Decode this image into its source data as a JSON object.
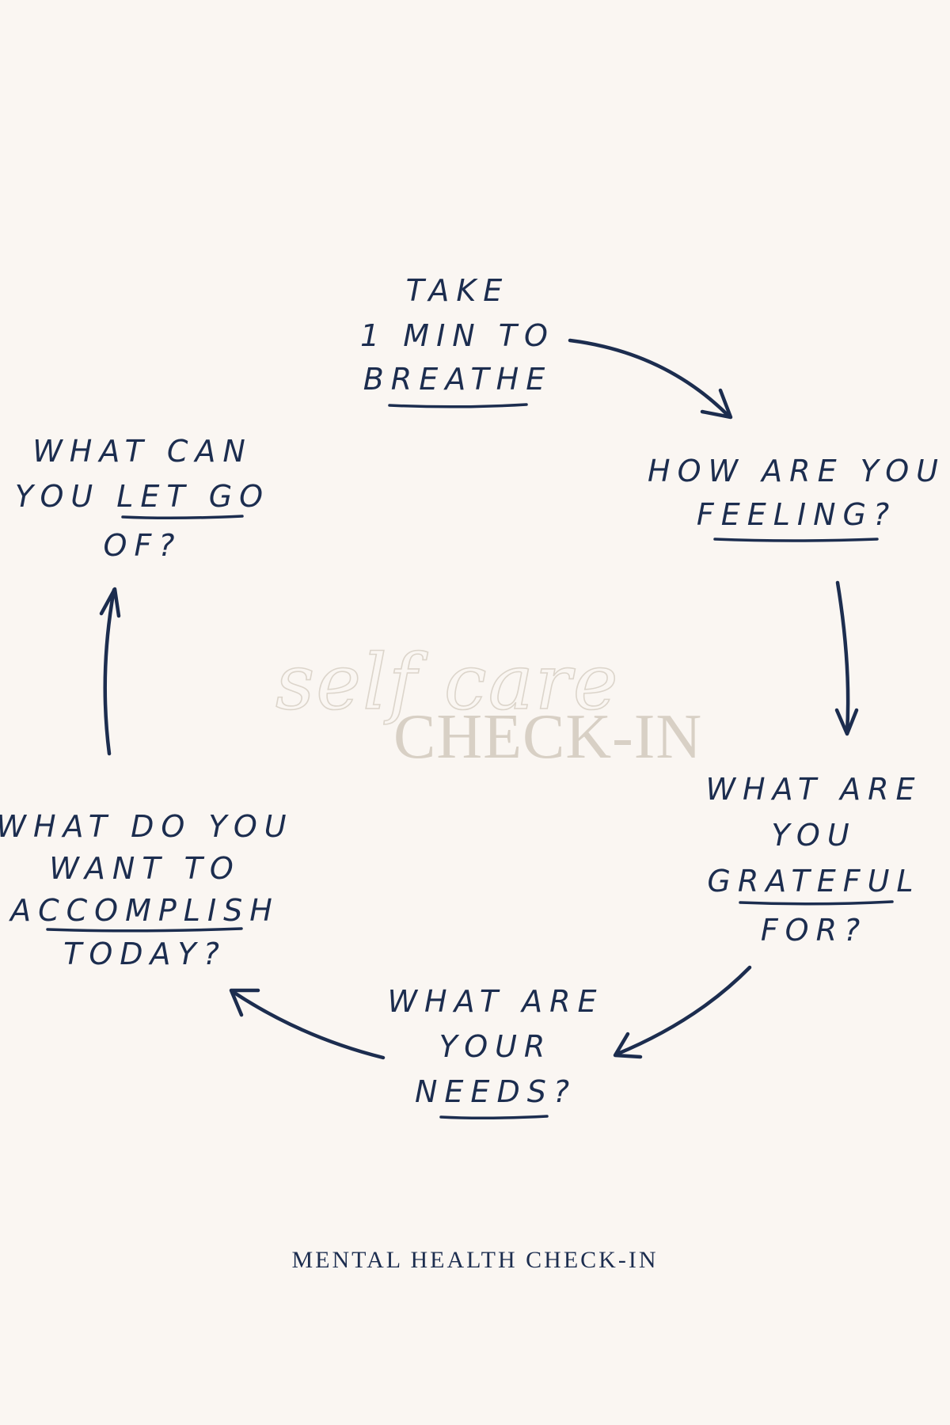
{
  "center": {
    "script_text": "self care",
    "title": "CHECK-IN"
  },
  "steps": [
    {
      "lines": [
        "TAKE",
        "1 MIN TO",
        "BREATHE"
      ]
    },
    {
      "lines": [
        "HOW ARE YOU",
        "FEELING?"
      ]
    },
    {
      "lines": [
        "WHAT ARE",
        "YOU",
        "GRATEFUL",
        "FOR?"
      ]
    },
    {
      "lines": [
        "WHAT ARE",
        "YOUR",
        "NEEDS?"
      ]
    },
    {
      "lines": [
        "WHAT DO YOU",
        "WANT TO",
        "ACCOMPLISH",
        "TODAY?"
      ]
    },
    {
      "lines": [
        "WHAT CAN",
        "YOU LET GO",
        "OF?"
      ]
    }
  ],
  "footer": {
    "text": "MENTAL HEALTH CHECK-IN"
  },
  "colors": {
    "background": "#faf6f2",
    "ink": "#1c2d4f",
    "watermark": "#d8d0c5"
  }
}
